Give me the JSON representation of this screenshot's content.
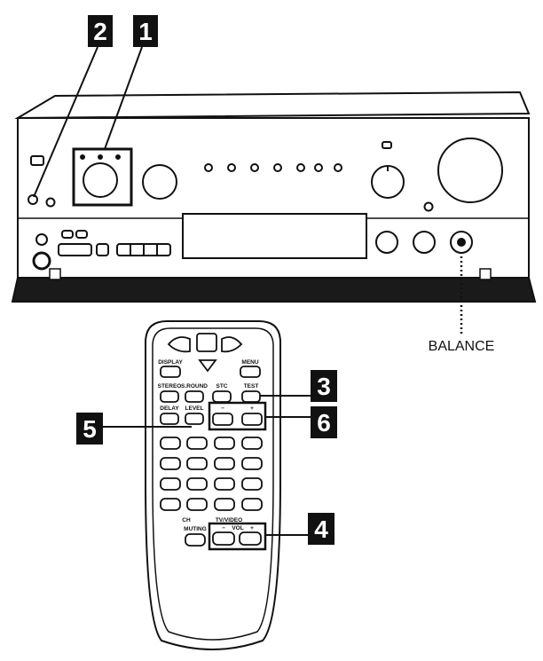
{
  "callouts": {
    "c1": "1",
    "c2": "2",
    "c3": "3",
    "c4": "4",
    "c5": "5",
    "c6": "6"
  },
  "labels": {
    "balance": "BALANCE"
  },
  "remote": {
    "display": "DISPLAY",
    "menu": "MENU",
    "stereo": "STEREO",
    "surround": "S.ROUND",
    "stc": "STC",
    "test": "TEST",
    "delay": "DELAY",
    "level": "LEVEL",
    "ch": "CH",
    "tv_video": "TV/VIDEO",
    "muting": "MUTING",
    "vol": "VOL",
    "minus": "−",
    "plus": "+"
  }
}
